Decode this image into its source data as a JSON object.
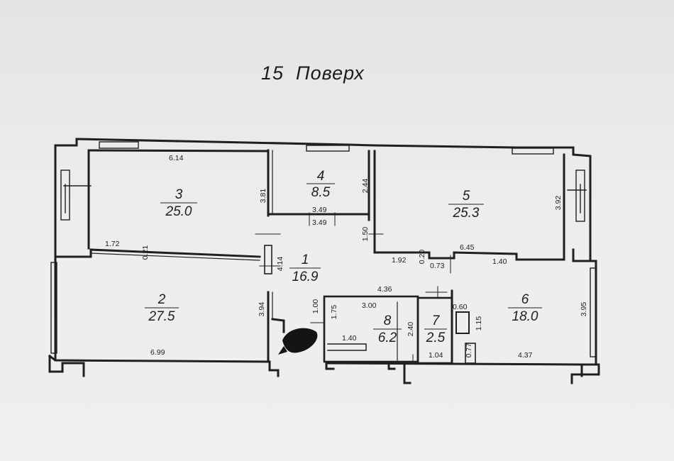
{
  "floor_title": "15  Поверх",
  "rooms": [
    {
      "number": "1",
      "area": "16.9"
    },
    {
      "number": "2",
      "area": "27.5"
    },
    {
      "number": "3",
      "area": "25.0"
    },
    {
      "number": "4",
      "area": "8.5"
    },
    {
      "number": "5",
      "area": "25.3"
    },
    {
      "number": "6",
      "area": "18.0"
    },
    {
      "number": "7",
      "area": "2.5"
    },
    {
      "number": "8",
      "area": "6.2"
    }
  ],
  "dimensions": [
    "6.14",
    "3.81",
    "1.72",
    "0.21",
    "2.44",
    "3.49",
    "3.49",
    "3.92",
    "1.50",
    "1.92",
    "0.20",
    "0.73",
    "6.45",
    "1.40",
    "4.14",
    "3.94",
    "1.00",
    "4.36",
    "3.00",
    "1.75",
    "2.40",
    "1.40",
    "0.60",
    "1.15",
    "0.77",
    "1.04",
    "3.95",
    "6.99",
    "4.37"
  ]
}
